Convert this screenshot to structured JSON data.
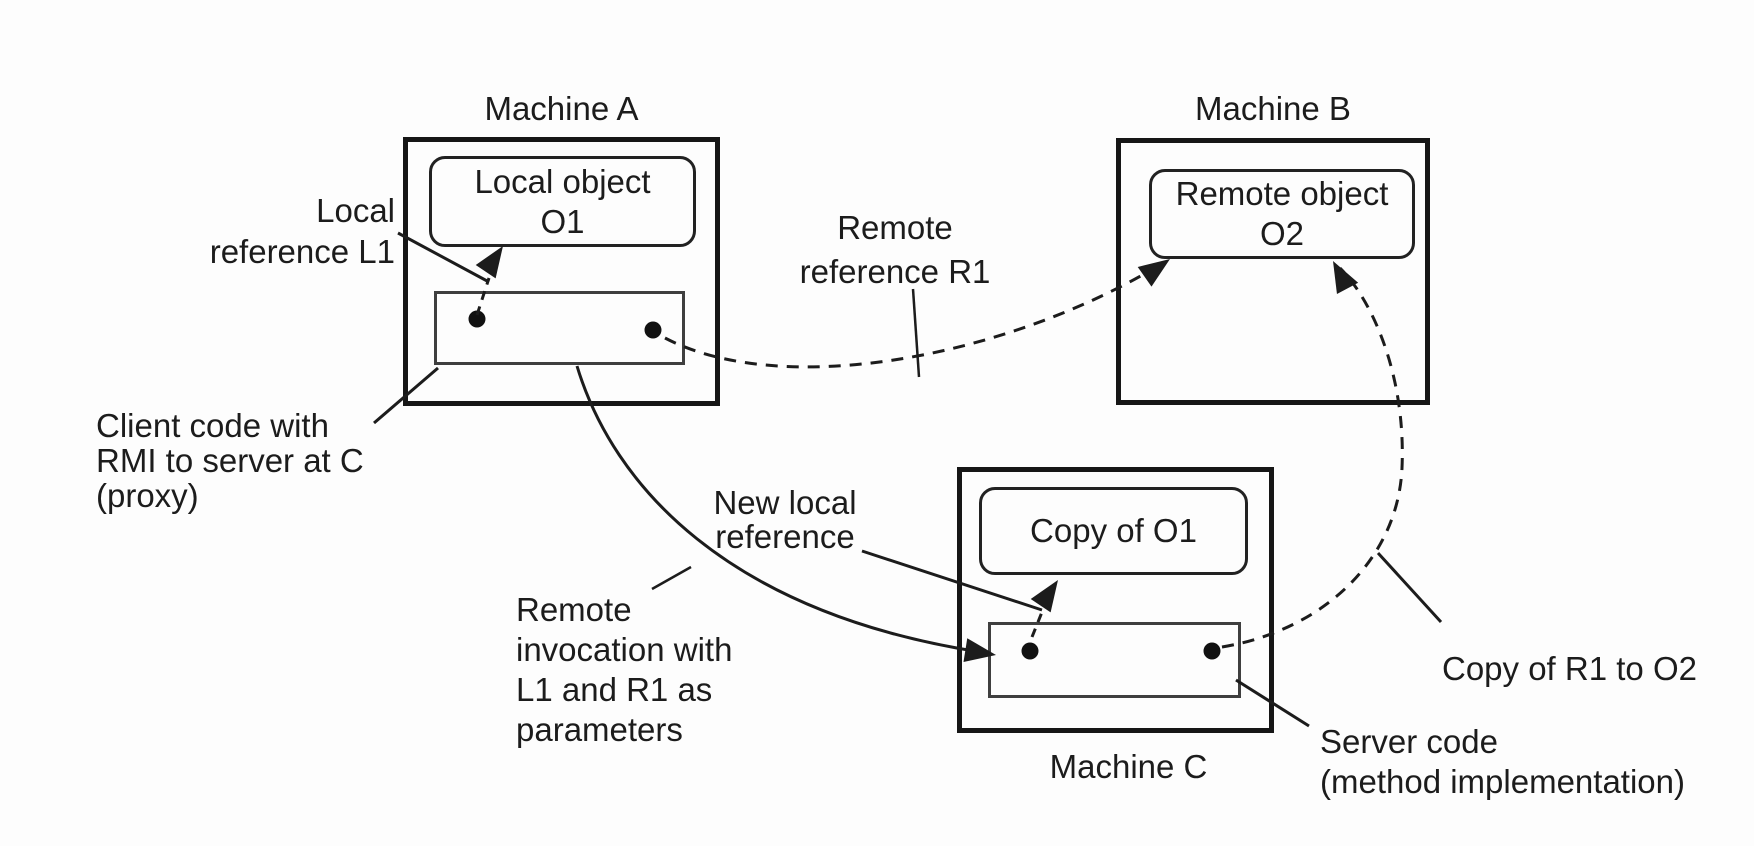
{
  "figure": {
    "colors": {
      "background": "#fdfdfd",
      "ink": "#1c1c1c"
    },
    "machines": {
      "a": {
        "title": "Machine A",
        "object_lines": [
          "Local object",
          "O1"
        ]
      },
      "b": {
        "title": "Machine B",
        "object_lines": [
          "Remote object",
          "O2"
        ]
      },
      "c": {
        "title": "Machine C",
        "object_lines": [
          "Copy of O1"
        ]
      }
    },
    "labels": {
      "local_reference": [
        "Local",
        "reference L1"
      ],
      "client_code": [
        "Client code with",
        "RMI to server at C",
        "(proxy)"
      ],
      "remote_reference": [
        "Remote",
        "reference R1"
      ],
      "new_local_reference": [
        "New local",
        "reference"
      ],
      "remote_invocation": [
        "Remote",
        "invocation with",
        "L1 and R1 as",
        "parameters"
      ],
      "copy_r1": [
        "Copy of R1 to O2"
      ],
      "server_code": [
        "Server code",
        "(method implementation)"
      ]
    }
  }
}
